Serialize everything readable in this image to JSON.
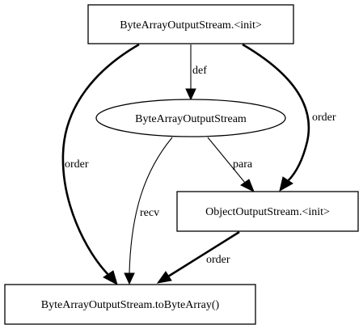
{
  "graph": {
    "nodes": {
      "init_baos": {
        "label": "ByteArrayOutputStream.<init>"
      },
      "baos": {
        "label": "ByteArrayOutputStream"
      },
      "init_oos": {
        "label": "ObjectOutputStream.<init>"
      },
      "to_bytes": {
        "label": "ByteArrayOutputStream.toByteArray()"
      }
    },
    "edges": {
      "def": {
        "label": "def"
      },
      "order_left": {
        "label": "order"
      },
      "order_right": {
        "label": "order"
      },
      "recv": {
        "label": "recv"
      },
      "para": {
        "label": "para"
      },
      "order_bottom": {
        "label": "order"
      }
    }
  }
}
